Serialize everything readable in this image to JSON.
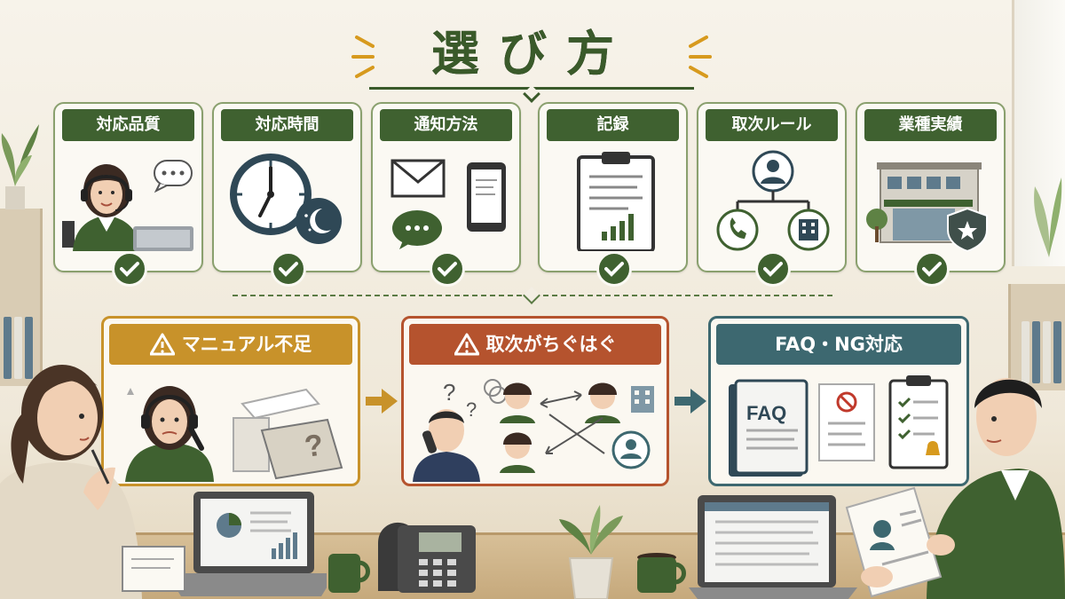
{
  "title": "選び方",
  "criteria": [
    {
      "label": "対応品質",
      "icon": "operator-headset-icon"
    },
    {
      "label": "対応時間",
      "icon": "clock-moon-icon"
    },
    {
      "label": "通知方法",
      "icon": "mail-phone-chat-icon"
    },
    {
      "label": "記録",
      "icon": "clipboard-report-icon"
    },
    {
      "label": "取次ルール",
      "icon": "routing-tree-icon"
    },
    {
      "label": "業種実績",
      "icon": "building-shield-icon"
    }
  ],
  "problems": [
    {
      "label": "マニュアル不足",
      "color": "#c8922a",
      "icon": "confused-operator-icon"
    },
    {
      "label": "取次がちぐはぐ",
      "color": "#b5532e",
      "icon": "mixed-routing-icon"
    },
    {
      "label": "FAQ・NG対応",
      "color": "#3d6870",
      "icon": "faq-binder-icon"
    }
  ],
  "faq_binder_text": "FAQ",
  "colors": {
    "primary_green": "#3f6130",
    "card_border": "#8aa06e"
  }
}
